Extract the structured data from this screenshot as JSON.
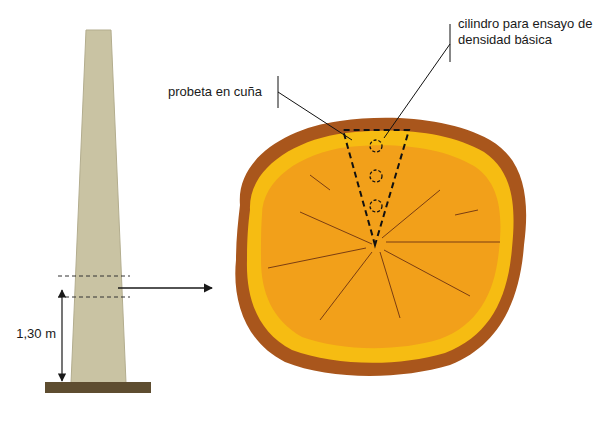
{
  "diagram": {
    "labels": [
      "1,30 m",
      "probeta en cuña",
      "cilindro para ensayo de densidad básica"
    ]
  }
}
